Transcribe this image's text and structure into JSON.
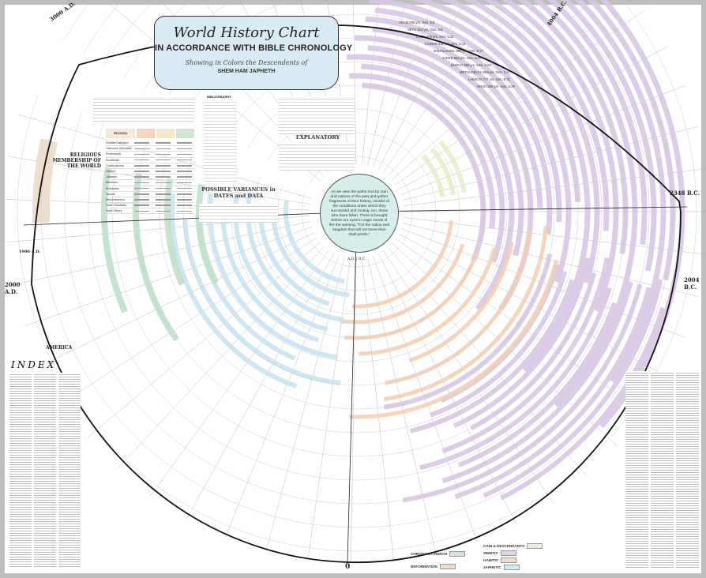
{
  "header": {
    "title": "World History Chart",
    "subtitle": "IN ACCORDANCE WITH BIBLE CHRONOLOGY",
    "tagline": "Showing in Colors the Descendents of",
    "names": "SHEM HAM JAPHETH"
  },
  "religion_table": {
    "title": "RELIGIOUS MEMBERSHIP OF THE WORLD",
    "header": "RELIGION",
    "rows": [
      "Roman Catholics",
      "Orthodox Catholics",
      "Protestants",
      "Buddhists",
      "Confucianists",
      "Hindus",
      "Judaism",
      "Moslems",
      "Shintoists",
      "Taoists",
      "Miscellaneous",
      "Total Christians",
      "Total Others"
    ]
  },
  "sections": {
    "variances": "POSSIBLE VARIANCES in DATES and DATA",
    "explanatory": "EXPLANATORY",
    "index": "INDEX",
    "america": "AMERICA",
    "bibliography": "BIBLIOGRAPHY"
  },
  "center_quote": "As we view the paths trod by man and nations of the past and gather fragments of their history, mindful of the conditions under which they succeeded and rooting, too, those who have fallen. There is brought before our eyes in tragic words of fire the warning, \"For the nation and kingdom that will not serve thee shall perish.\"",
  "dates": {
    "ad3000": "3000 A.D.",
    "bc4004": "4004 B.C.",
    "ad2000": "2000 A.D.",
    "bc2004": "2004 B.C.",
    "bc2348": "2348 B.C.",
    "ad1900": "1900 A.D.",
    "zero": "0",
    "divide": "A.D. | B.C."
  },
  "patriarchs": [
    "ADAM 930 yrs. Gen. 5:5",
    "SETH 912 yrs. Gen. 5:8",
    "ENOS 905 yrs. Gen. 5:11",
    "CAINAN 910 yrs. Gen. 5:14",
    "MAHALALEEL 895 yrs. Gen. 5:17",
    "JARED 962 yrs. Gen. 5:20",
    "ENOCH 365 yrs. Gen. 5:23",
    "METHUSELAH 969 yrs. Gen. 5:27",
    "LAMECH 777 yrs. Gen. 5:31",
    "NOAH 950 yrs. Gen. 9:29"
  ],
  "legend": [
    {
      "label": "CAIN & DESCENDANTS",
      "color": "#eef3d8"
    },
    {
      "label": "SEMITIC",
      "color": "#e3d4ea"
    },
    {
      "label": "HAMITIC",
      "color": "#f6d9c4"
    },
    {
      "label": "JAPHETIC",
      "color": "#d5e9f2"
    },
    {
      "label": "CHRISTIAN CHURCH",
      "color": "#cfe6d6"
    },
    {
      "label": "REFORMATION",
      "color": "#eadfcf"
    }
  ],
  "colors": {
    "semitic": "#d9c6e4",
    "hamitic": "#f4cfb4",
    "japhetic": "#c9e3ef",
    "christian": "#bfe0c9",
    "cain": "#e6eec8",
    "reformation": "#eadbc8"
  }
}
